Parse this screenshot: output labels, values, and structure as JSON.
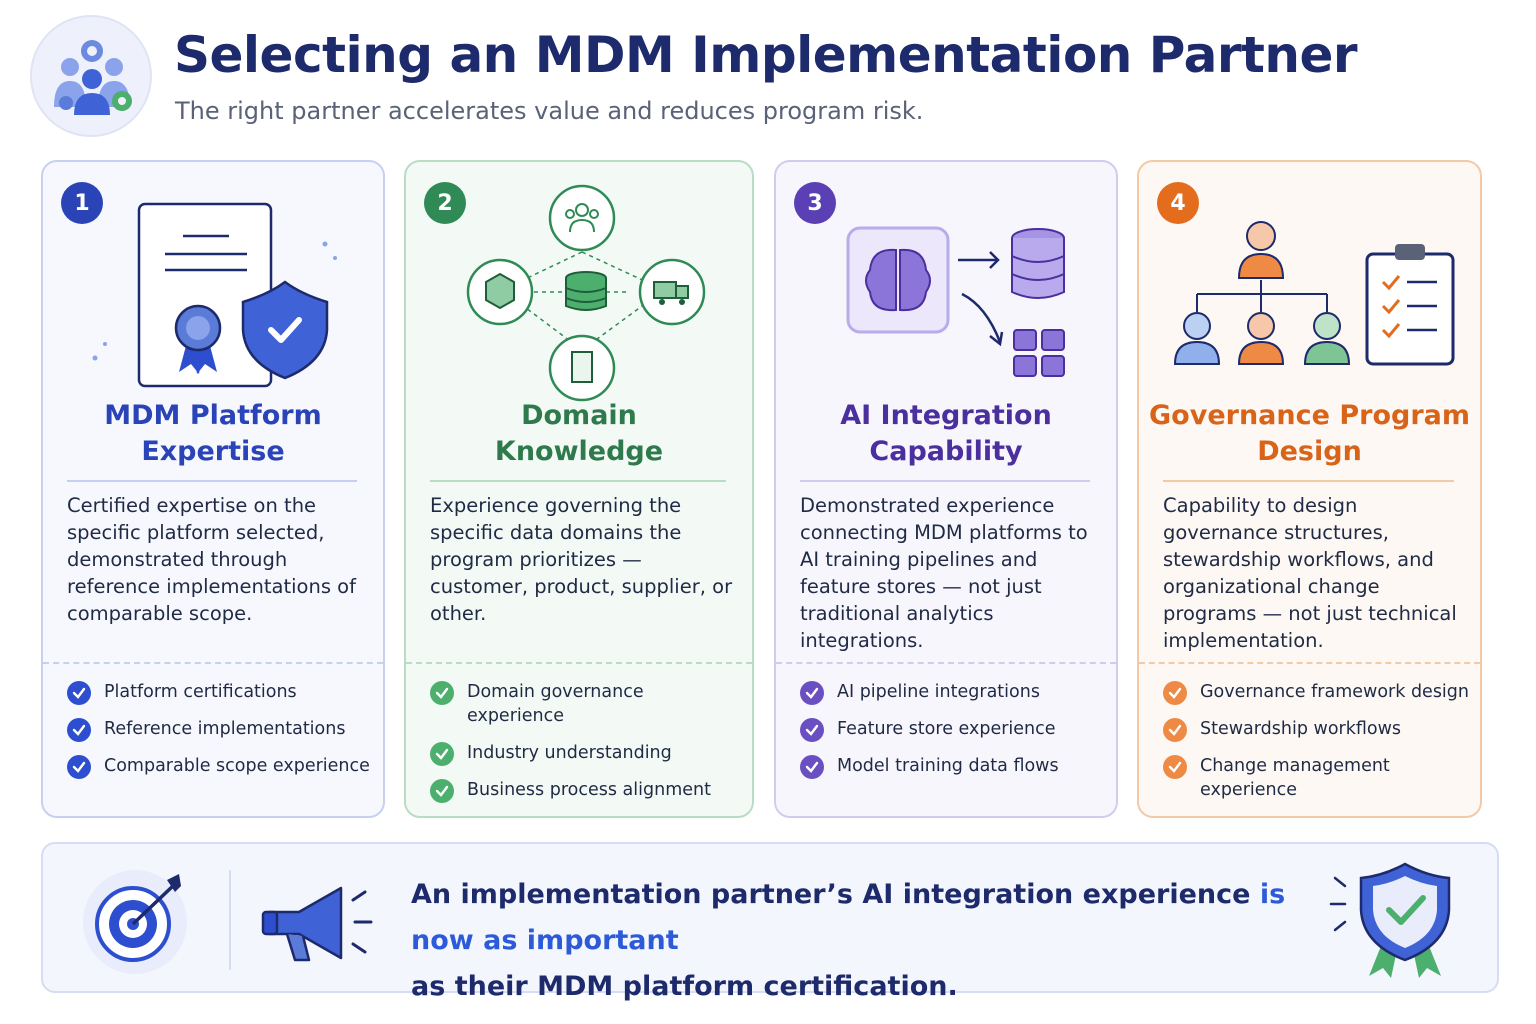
{
  "header": {
    "title": "Selecting an MDM Implementation Partner",
    "subtitle": "The right partner accelerates value and reduces program risk.",
    "logo_icon": "team-gears-icon"
  },
  "colors": {
    "blue": "#2d4fcf",
    "green": "#2f8a56",
    "purple": "#5b3fb5",
    "orange": "#e36d1c",
    "navy": "#1d2a6b"
  },
  "cards": [
    {
      "number": "1",
      "title_line1": "MDM Platform",
      "title_line2": "Expertise",
      "description": "Certified expertise on the specific platform selected, demonstrated through reference implementations of comparable scope.",
      "icon": "certificate-shield-icon",
      "items": [
        "Platform certifications",
        "Reference implementations",
        "Comparable scope experience"
      ]
    },
    {
      "number": "2",
      "title_line1": "Domain",
      "title_line2": "Knowledge",
      "description": "Experience governing the specific data domains the program prioritizes — customer, product, supplier, or other.",
      "icon": "data-domains-network-icon",
      "items": [
        "Domain governance experience",
        "Industry understanding",
        "Business process alignment"
      ]
    },
    {
      "number": "3",
      "title_line1": "AI Integration",
      "title_line2": "Capability",
      "description": "Demonstrated experience connecting MDM platforms to AI training pipelines and feature stores — not just traditional analytics integrations.",
      "icon": "ai-brain-database-icon",
      "items": [
        "AI pipeline integrations",
        "Feature store experience",
        "Model training data flows"
      ]
    },
    {
      "number": "4",
      "title_line1": "Governance Program",
      "title_line2": "Design",
      "description": "Capability to design governance structures, stewardship workflows, and organizational change programs — not just technical implementation.",
      "icon": "org-chart-checklist-icon",
      "items": [
        "Governance framework design",
        "Stewardship workflows",
        "Change management experience"
      ]
    }
  ],
  "callout": {
    "text_part1": "An implementation partner’s AI integration experience ",
    "text_highlight": "is now as important",
    "text_part2": "as their MDM platform certification.",
    "icons": [
      "target-icon",
      "megaphone-icon",
      "shield-badge-icon"
    ]
  }
}
